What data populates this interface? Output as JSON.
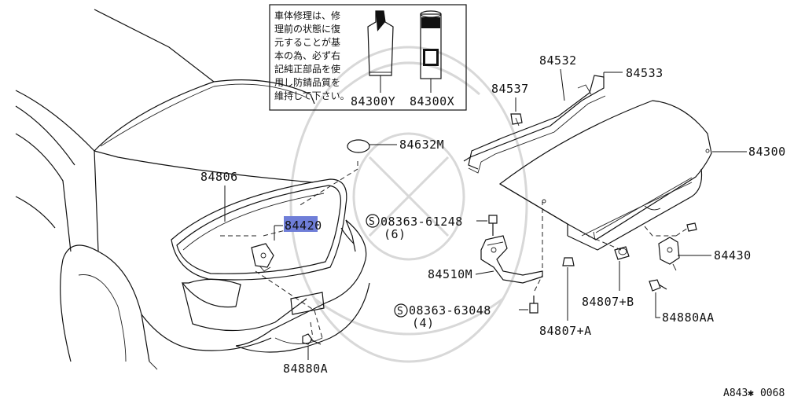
{
  "diagram_id": "A843✱ 0068",
  "note_text": [
    "車体修理は、修",
    "理前の状態に復",
    "元することが基",
    "本の為、必ず右",
    "記純正部品を使",
    "用し防錆品質を",
    "維持して下さい。"
  ],
  "parts": {
    "p84300Y": "84300Y",
    "p84300X": "84300X",
    "p84532": "84532",
    "p84533": "84533",
    "p84537": "84537",
    "p84632M": "84632M",
    "p84300": "84300",
    "p84806": "84806",
    "p84420": "84420",
    "p08363_61248": "08363-61248",
    "qty_6": "(6)",
    "p84430": "84430",
    "p84510M": "84510M",
    "p84807B": "84807+B",
    "p08363_63048": "08363-63048",
    "qty_4": "(4)",
    "p84880AA": "84880AA",
    "p84807A": "84807+A",
    "p84880A": "84880A"
  },
  "bolt_symbol": "S",
  "highlight_color": "#6f7ed8"
}
